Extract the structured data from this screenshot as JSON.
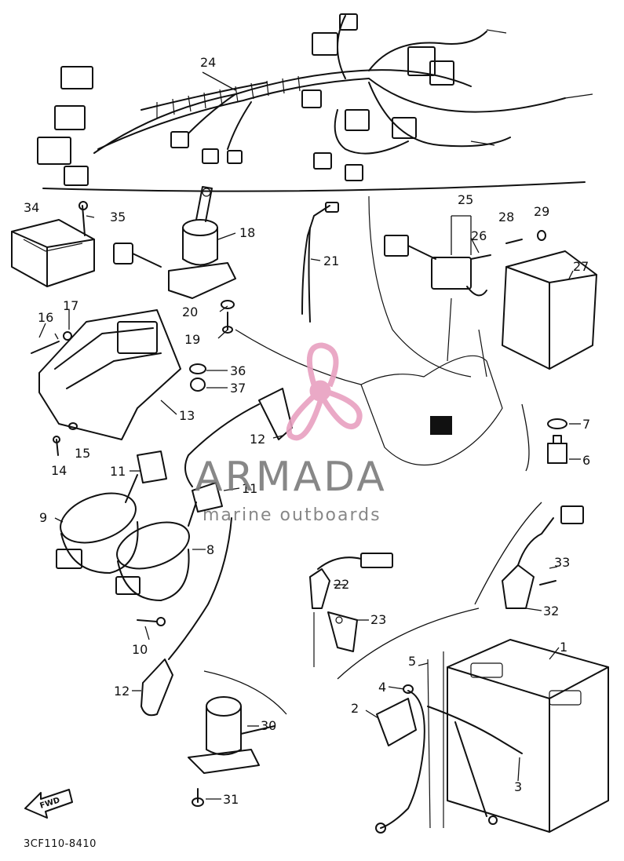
{
  "callouts": [
    {
      "id": "24",
      "text": "24"
    },
    {
      "id": "34",
      "text": "34"
    },
    {
      "id": "35",
      "text": "35"
    },
    {
      "id": "18",
      "text": "18"
    },
    {
      "id": "21",
      "text": "21"
    },
    {
      "id": "25",
      "text": "25"
    },
    {
      "id": "26",
      "text": "26"
    },
    {
      "id": "28",
      "text": "28"
    },
    {
      "id": "29",
      "text": "29"
    },
    {
      "id": "27",
      "text": "27"
    },
    {
      "id": "16",
      "text": "16"
    },
    {
      "id": "17",
      "text": "17"
    },
    {
      "id": "20",
      "text": "20"
    },
    {
      "id": "19",
      "text": "19"
    },
    {
      "id": "36",
      "text": "36"
    },
    {
      "id": "37",
      "text": "37"
    },
    {
      "id": "13",
      "text": "13"
    },
    {
      "id": "12a",
      "text": "12"
    },
    {
      "id": "7",
      "text": "7"
    },
    {
      "id": "6",
      "text": "6"
    },
    {
      "id": "15",
      "text": "15"
    },
    {
      "id": "14",
      "text": "14"
    },
    {
      "id": "11a",
      "text": "11"
    },
    {
      "id": "11b",
      "text": "11"
    },
    {
      "id": "9",
      "text": "9"
    },
    {
      "id": "8",
      "text": "8"
    },
    {
      "id": "33",
      "text": "33"
    },
    {
      "id": "22",
      "text": "22"
    },
    {
      "id": "32",
      "text": "32"
    },
    {
      "id": "23",
      "text": "23"
    },
    {
      "id": "10",
      "text": "10"
    },
    {
      "id": "1",
      "text": "1"
    },
    {
      "id": "5",
      "text": "5"
    },
    {
      "id": "12b",
      "text": "12"
    },
    {
      "id": "4",
      "text": "4"
    },
    {
      "id": "2",
      "text": "2"
    },
    {
      "id": "30",
      "text": "30"
    },
    {
      "id": "3",
      "text": "3"
    },
    {
      "id": "31",
      "text": "31"
    }
  ],
  "watermark": {
    "brand": "ARMADA",
    "tagline": "marine outboards",
    "color": "#e8a0c0"
  },
  "direction_badge": "FWD",
  "drawing_code": "3CF110-8410"
}
